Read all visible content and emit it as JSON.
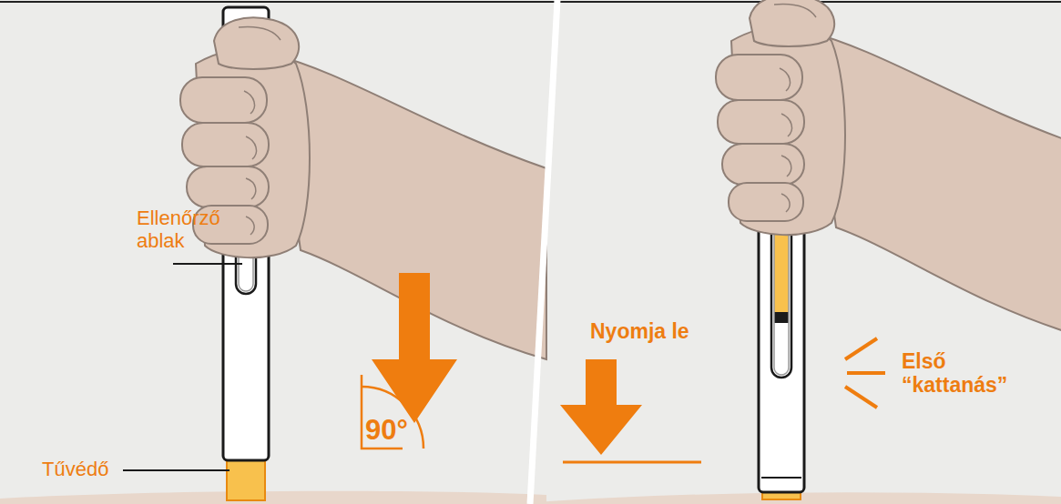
{
  "diagram": {
    "labels": [
      "Ellenőrző ablak",
      "Tűvédő",
      "90°",
      "Nyomja le",
      "Első “kattanás”"
    ]
  }
}
